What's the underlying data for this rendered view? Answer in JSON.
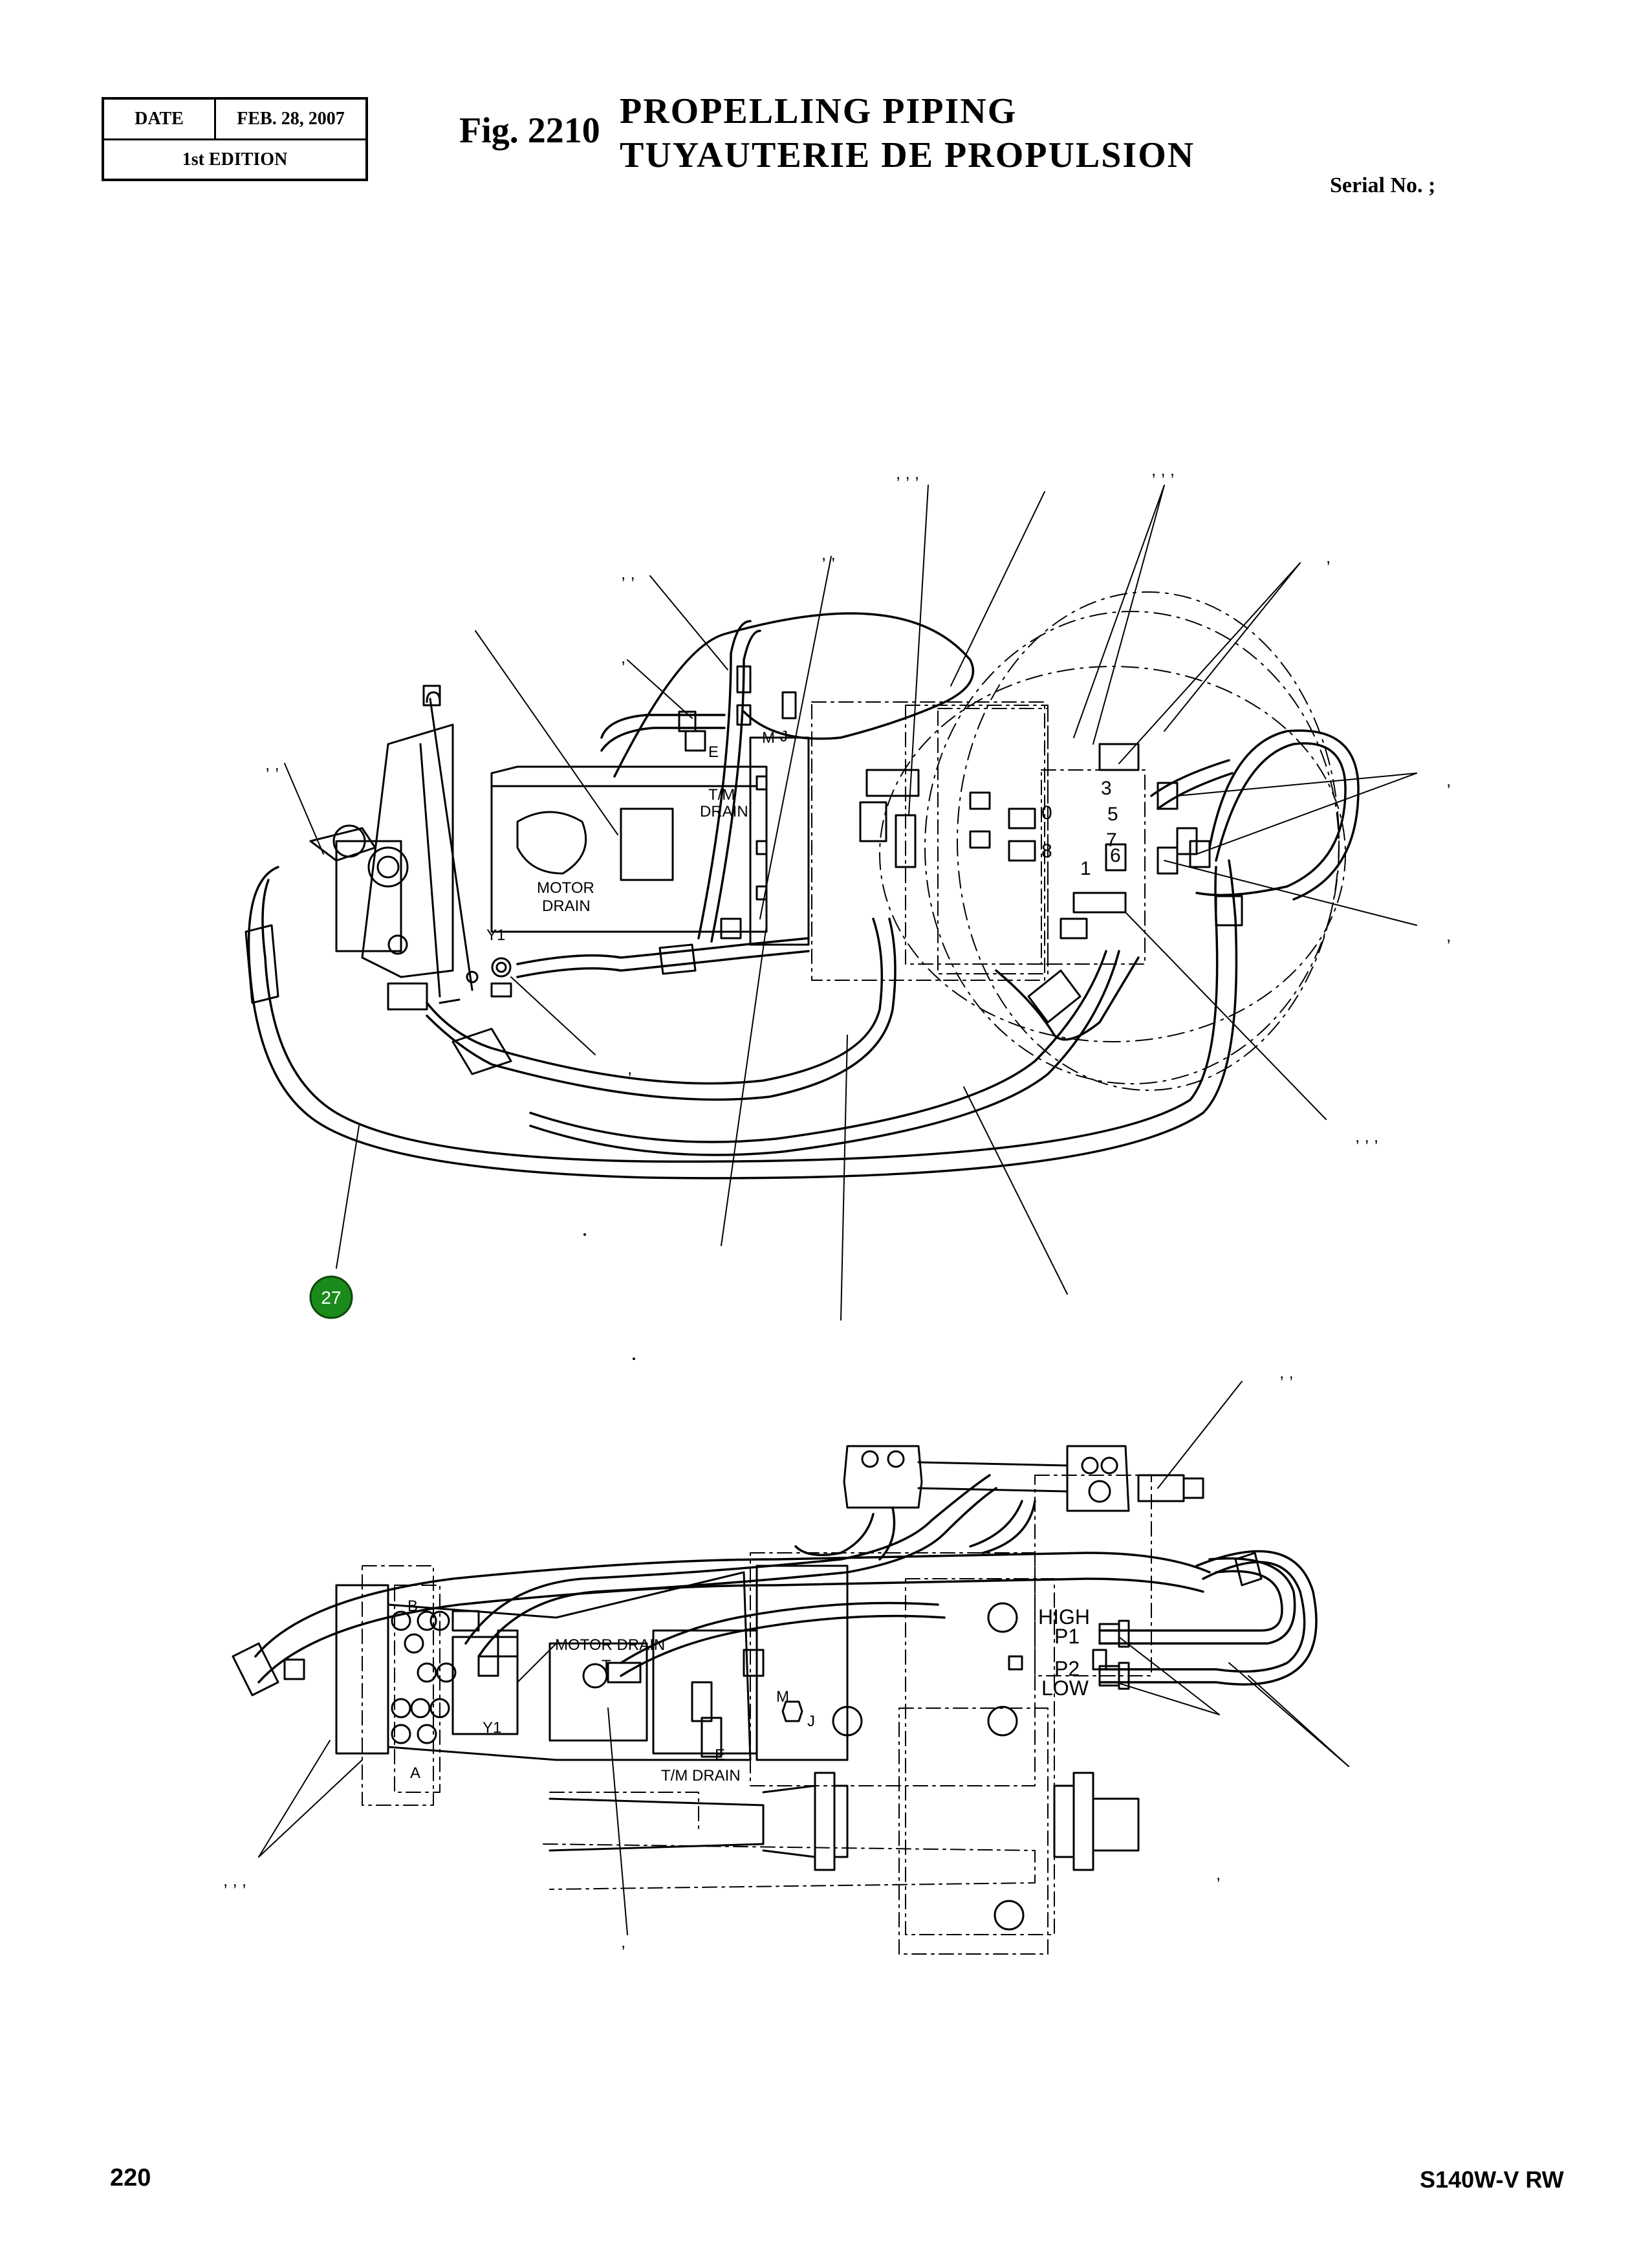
{
  "header": {
    "date_label": "DATE",
    "date_value": "FEB. 28, 2007",
    "edition": "1st EDITION"
  },
  "figure": {
    "number": "Fig. 2210",
    "title_en": "PROPELLING  PIPING",
    "title_fr": "TUYAUTERIE  DE  PROPULSION",
    "serial": "Serial No. ;"
  },
  "upper_view": {
    "labels": {
      "m": "M",
      "j": "J",
      "e": "E",
      "tm": "T/M",
      "drain": "DRAIN",
      "motor": "MOTOR",
      "motor_drain": "DRAIN",
      "y1": "Y1",
      "port_3": "3",
      "port_0": "0",
      "port_8": "8",
      "port_5": "5",
      "port_7": "7",
      "port_6": "6",
      "port_1": "1"
    },
    "callout_marks": [
      ", , ,",
      ", , ,",
      ",",
      ", ,",
      ", ,",
      ",",
      ", ,",
      ",",
      ",",
      ",",
      ", , ,"
    ],
    "badge": {
      "number": "27",
      "color": "#1a8a1a"
    }
  },
  "lower_view": {
    "labels": {
      "b": "B",
      "a": "A",
      "motor_drain": "MOTOR DRAIN",
      "t": "T",
      "y1": "Y1",
      "m": "M",
      "j": "J",
      "e": "E",
      "tm_drain": "T/M DRAIN",
      "high": "HIGH",
      "p1": "P1",
      "p2": "P2",
      "low": "LOW"
    },
    "callout_marks": [
      ", ,",
      ", , ,",
      ",",
      ","
    ]
  },
  "footer": {
    "page": "220",
    "model": "S140W-V RW"
  }
}
